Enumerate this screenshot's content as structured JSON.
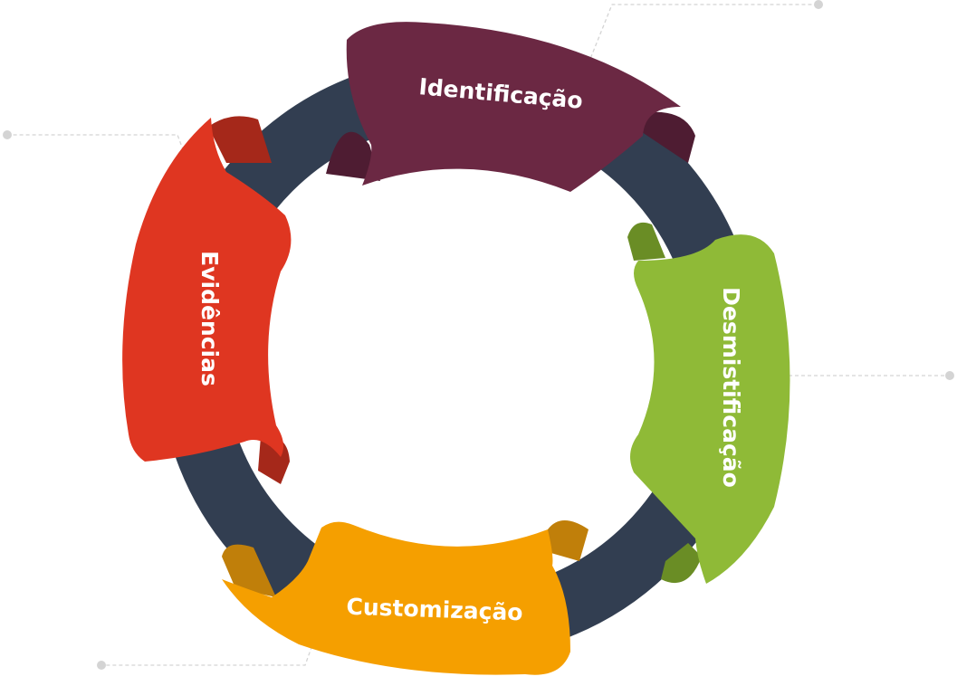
{
  "diagram": {
    "ring_color": "#323e51",
    "connector_color": "#d4d4d4",
    "segments": [
      {
        "label": "Identificação",
        "color": "#6b2843",
        "shade": "#4e1c32",
        "icon": "ribbon-top"
      },
      {
        "label": "Desmistificação",
        "color": "#8fba37",
        "shade": "#6a8d25",
        "icon": "ribbon-right"
      },
      {
        "label": "Customização",
        "color": "#f59f00",
        "shade": "#c07f0a",
        "icon": "ribbon-bottom"
      },
      {
        "label": "Evidências",
        "color": "#df3621",
        "shade": "#a5281a",
        "icon": "ribbon-left"
      }
    ]
  }
}
